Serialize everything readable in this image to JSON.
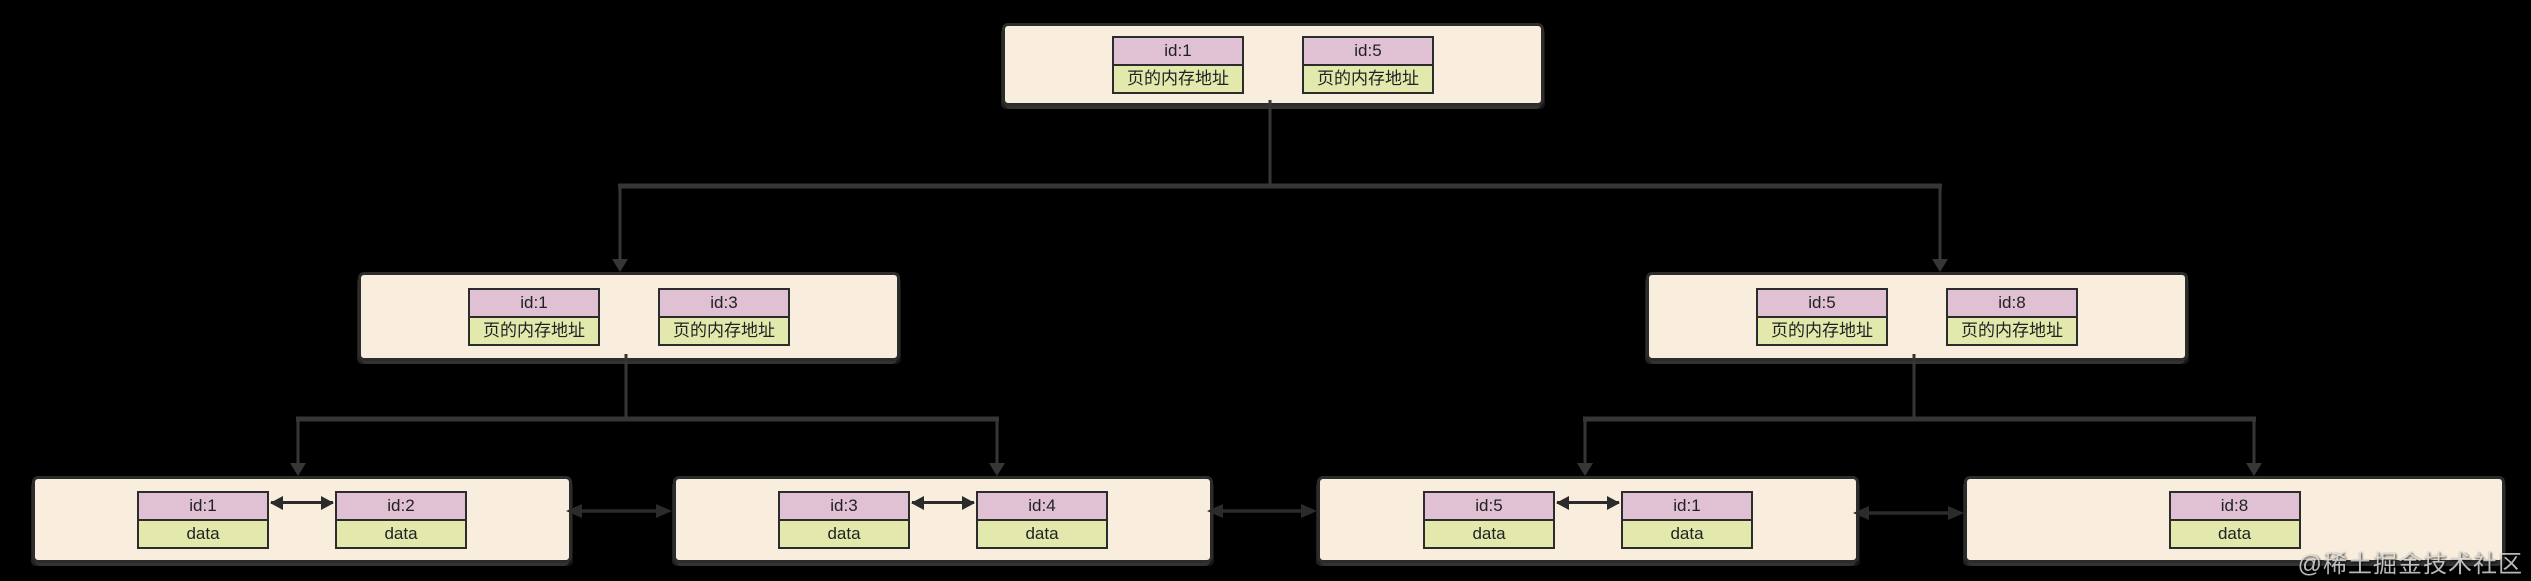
{
  "watermark": {
    "text": "@稀土掘金技术社区"
  },
  "tree": {
    "root": {
      "cells": [
        {
          "id": "id:1",
          "value": "页的内存地址"
        },
        {
          "id": "id:5",
          "value": "页的内存地址"
        }
      ]
    },
    "internal_left": {
      "cells": [
        {
          "id": "id:1",
          "value": "页的内存地址"
        },
        {
          "id": "id:3",
          "value": "页的内存地址"
        }
      ]
    },
    "internal_right": {
      "cells": [
        {
          "id": "id:5",
          "value": "页的内存地址"
        },
        {
          "id": "id:8",
          "value": "页的内存地址"
        }
      ]
    },
    "leaf_1": {
      "cells": [
        {
          "id": "id:1",
          "value": "data"
        },
        {
          "id": "id:2",
          "value": "data"
        }
      ]
    },
    "leaf_2": {
      "cells": [
        {
          "id": "id:3",
          "value": "data"
        },
        {
          "id": "id:4",
          "value": "data"
        }
      ]
    },
    "leaf_3": {
      "cells": [
        {
          "id": "id:5",
          "value": "data"
        },
        {
          "id": "id:1",
          "value": "data"
        }
      ]
    },
    "leaf_4": {
      "cells": [
        {
          "id": "id:8",
          "value": "data"
        }
      ]
    }
  },
  "colors": {
    "background": "#000000",
    "node_fill": "#f9eedd",
    "id_cell_fill": "#e0c0d3",
    "value_cell_fill": "#e3e9ac",
    "cell_border": "#2c2c2c",
    "connector": "#363636",
    "leaf_link_arrow": "#2b2b2b",
    "watermark_text": "#d8d8d8"
  }
}
